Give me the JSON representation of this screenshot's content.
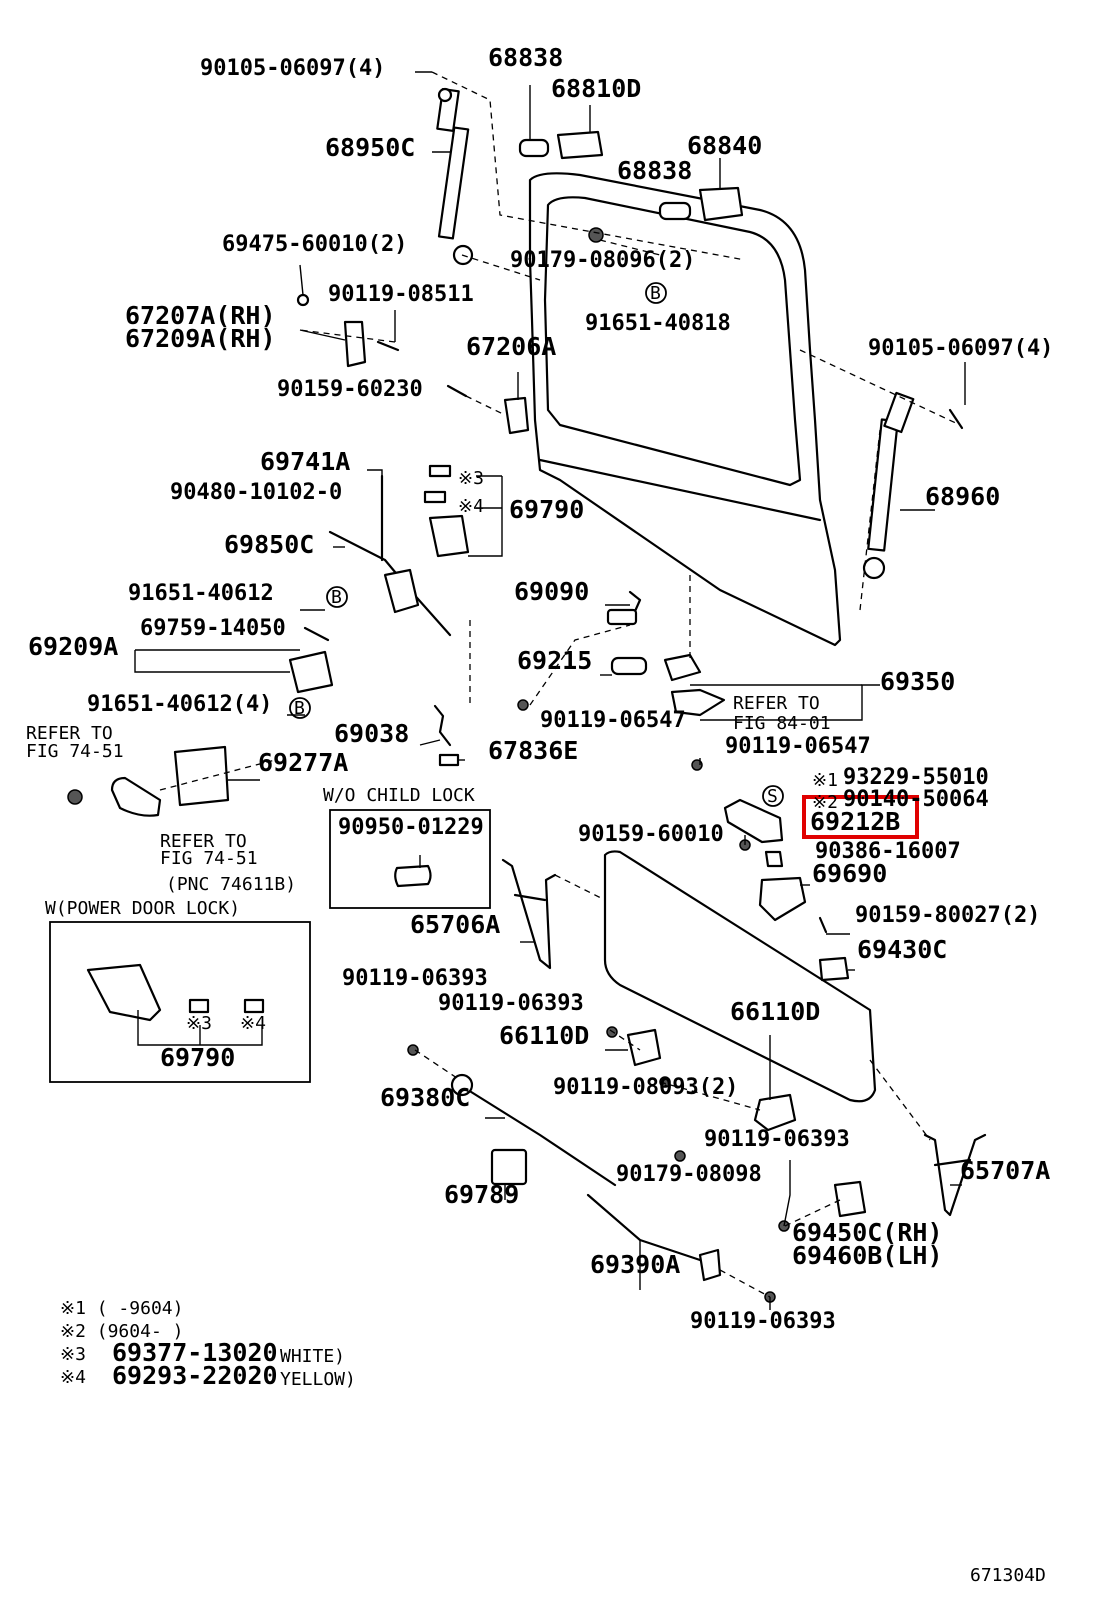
{
  "labels": {
    "l_90105_06097_4_top": "90105-06097(4)",
    "l_68838_top": "68838",
    "l_68810d": "68810D",
    "l_68950c": "68950C",
    "l_68840": "68840",
    "l_68838_mid": "68838",
    "l_69475": "69475-60010(2)",
    "l_90179_08096": "90179-08096(2)",
    "l_90119_08511": "90119-08511",
    "l_67207a": "67207A(RH)",
    "l_67209a": "67209A(RH)",
    "l_91651_40818": "91651-40818",
    "l_67206a": "67206A",
    "l_90105_06097_4_right": "90105-06097(4)",
    "l_90159_60230": "90159-60230",
    "l_69741a": "69741A",
    "l_90480": "90480-10102-0",
    "l_mark3_top": "※3",
    "l_mark4_top": "※4",
    "l_69790_top": "69790",
    "l_68960": "68960",
    "l_69850c": "69850C",
    "l_91651_40612": "91651-40612",
    "l_69090": "69090",
    "l_69759": "69759-14050",
    "l_69209a": "69209A",
    "l_69215": "69215",
    "l_69350": "69350",
    "l_91651_40612_4": "91651-40612(4)",
    "l_refer_84_1": "REFER TO",
    "l_refer_84_2": "FIG 84-01",
    "l_90119_06547_a": "90119-06547",
    "l_refer_74_1": "REFER TO",
    "l_refer_74_2": "FIG 74-51",
    "l_69038": "69038",
    "l_67836e": "67836E",
    "l_90119_06547_b": "90119-06547",
    "l_69277a": "69277A",
    "l_wo_child": "W/O CHILD LOCK",
    "l_mark1": "※1",
    "l_93229": "93229-55010",
    "l_mark2": "※2",
    "l_90140": "90140-50064",
    "l_90950": "90950-01229",
    "l_90159_60010": "90159-60010",
    "l_69212b": "69212B",
    "l_refer_74b_1": "REFER TO",
    "l_refer_74b_2": "FIG 74-51",
    "l_pnc": "(PNC 74611B)",
    "l_90386": "90386-16007",
    "l_69690": "69690",
    "l_w_power": "W(POWER DOOR LOCK)",
    "l_90159_80027": "90159-80027(2)",
    "l_65706a": "65706A",
    "l_69430c": "69430C",
    "l_90119_06393_a": "90119-06393",
    "l_90119_06393_b": "90119-06393",
    "l_66110d_right": "66110D",
    "l_66110d_left": "66110D",
    "l_mark3_box": "※3",
    "l_mark4_box": "※4",
    "l_69790_box": "69790",
    "l_90119_08093": "90119-08093(2)",
    "l_69380c": "69380C",
    "l_90119_06393_c": "90119-06393",
    "l_90179_08098": "90179-08098",
    "l_65707a": "65707A",
    "l_69789": "69789",
    "l_69450c": "69450C(RH)",
    "l_69460b": "69460B(LH)",
    "l_69390a": "69390A",
    "l_90119_06393_d": "90119-06393",
    "l_fn1": "※1  (     -9604)",
    "l_fn2": "※2  (9604-      )",
    "l_fn3_mark": "※3",
    "l_fn3_part": "69377-13020",
    "l_fn3_color": "WHITE)",
    "l_fn4_mark": "※4",
    "l_fn4_part": "69293-22020",
    "l_fn4_color": "YELLOW)",
    "l_b1": "B",
    "l_b2": "B",
    "l_b3": "B",
    "l_s1": "S",
    "l_figno": "671304D"
  },
  "colors": {
    "highlight": "#e00000",
    "ink": "#000000",
    "paper": "#ffffff"
  }
}
